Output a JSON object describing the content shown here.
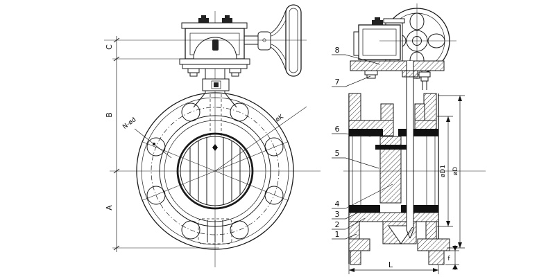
{
  "colors": {
    "background": "#ffffff",
    "line": "#1a1a1a",
    "dark_fill": "#111111"
  },
  "front_view": {
    "dim_c": "C",
    "dim_b": "B",
    "dim_a": "A",
    "bolt_holes_label": "N-ød",
    "bolt_circle_label": "øK"
  },
  "section_view": {
    "callouts": {
      "c1": "1",
      "c2": "2",
      "c3": "3",
      "c4": "4",
      "c5": "5",
      "c6": "6",
      "c7": "7",
      "c8": "8"
    },
    "dim_inner_diameter": "øD1",
    "dim_outer_diameter": "øD",
    "dim_face_to_face": "L",
    "dim_foot": "f"
  }
}
